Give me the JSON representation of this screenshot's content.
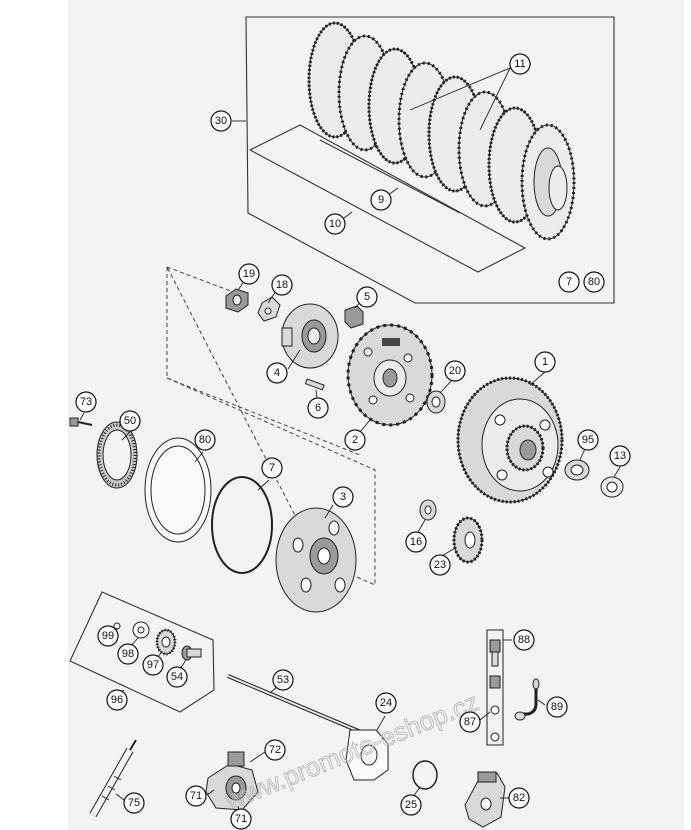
{
  "diagram": {
    "callouts": [
      {
        "id": "c11",
        "label": "11"
      },
      {
        "id": "c30",
        "label": "30"
      },
      {
        "id": "c9",
        "label": "9"
      },
      {
        "id": "c10",
        "label": "10"
      },
      {
        "id": "c7a",
        "label": "7"
      },
      {
        "id": "c80a",
        "label": "80"
      },
      {
        "id": "c19",
        "label": "19"
      },
      {
        "id": "c18",
        "label": "18"
      },
      {
        "id": "c5",
        "label": "5"
      },
      {
        "id": "c4",
        "label": "4"
      },
      {
        "id": "c1",
        "label": "1"
      },
      {
        "id": "c20",
        "label": "20"
      },
      {
        "id": "c6",
        "label": "6"
      },
      {
        "id": "c2",
        "label": "2"
      },
      {
        "id": "c73",
        "label": "73"
      },
      {
        "id": "c50",
        "label": "50"
      },
      {
        "id": "c80b",
        "label": "80"
      },
      {
        "id": "c7b",
        "label": "7"
      },
      {
        "id": "c95",
        "label": "95"
      },
      {
        "id": "c13",
        "label": "13"
      },
      {
        "id": "c3",
        "label": "3"
      },
      {
        "id": "c16",
        "label": "16"
      },
      {
        "id": "c23",
        "label": "23"
      },
      {
        "id": "c88",
        "label": "88"
      },
      {
        "id": "c99",
        "label": "99"
      },
      {
        "id": "c98",
        "label": "98"
      },
      {
        "id": "c97",
        "label": "97"
      },
      {
        "id": "c54",
        "label": "54"
      },
      {
        "id": "c53",
        "label": "53"
      },
      {
        "id": "c96",
        "label": "96"
      },
      {
        "id": "c24",
        "label": "24"
      },
      {
        "id": "c89",
        "label": "89"
      },
      {
        "id": "c87",
        "label": "87"
      },
      {
        "id": "c72",
        "label": "72"
      },
      {
        "id": "c75",
        "label": "75"
      },
      {
        "id": "c71a",
        "label": "71"
      },
      {
        "id": "c25",
        "label": "25"
      },
      {
        "id": "c82",
        "label": "82"
      },
      {
        "id": "c71b",
        "label": "71"
      }
    ],
    "watermark": "www.promoto-eshop.cz"
  }
}
